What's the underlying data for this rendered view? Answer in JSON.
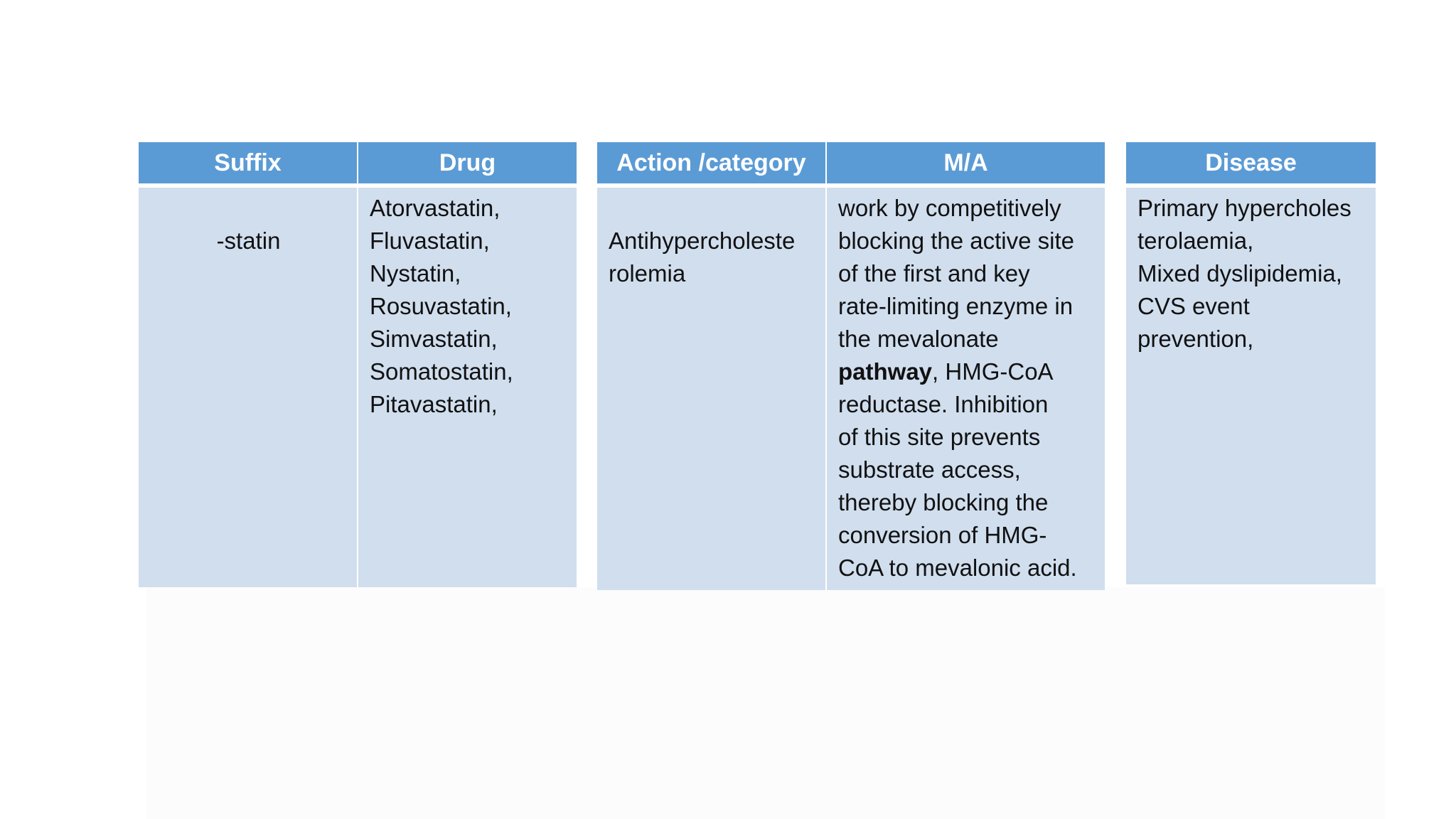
{
  "table1": {
    "headers": [
      "Suffix",
      "Drug"
    ],
    "suffix": "-statin",
    "drugs": "Atorvastatin,\nFluvastatin,\nNystatin,\nRosuvastatin,\nSimvastatin,\nSomatostatin,\nPitavastatin,"
  },
  "table2": {
    "headers": [
      "Action /category",
      "M/A"
    ],
    "action": "Antihypercholeste\nrolemia",
    "ma_intro": "work by competitively\nblocking the active site\nof the first and key\nrate-limiting enzyme in\nthe mevalonate\n",
    "ma_bold": "pathway",
    "ma_rest": ", HMG-CoA\nreductase. Inhibition\nof this site prevents\nsubstrate access,\nthereby blocking the\nconversion of HMG-\nCoA to mevalonic acid."
  },
  "table3": {
    "headers": [
      "Disease"
    ],
    "disease": "Primary hypercholes\nterolaemia,\nMixed dyslipidemia,\nCVS event\nprevention,"
  },
  "colors": {
    "header_bg": "#5b9bd5",
    "cell_bg": "#d0deee",
    "header_text": "#ffffff"
  }
}
